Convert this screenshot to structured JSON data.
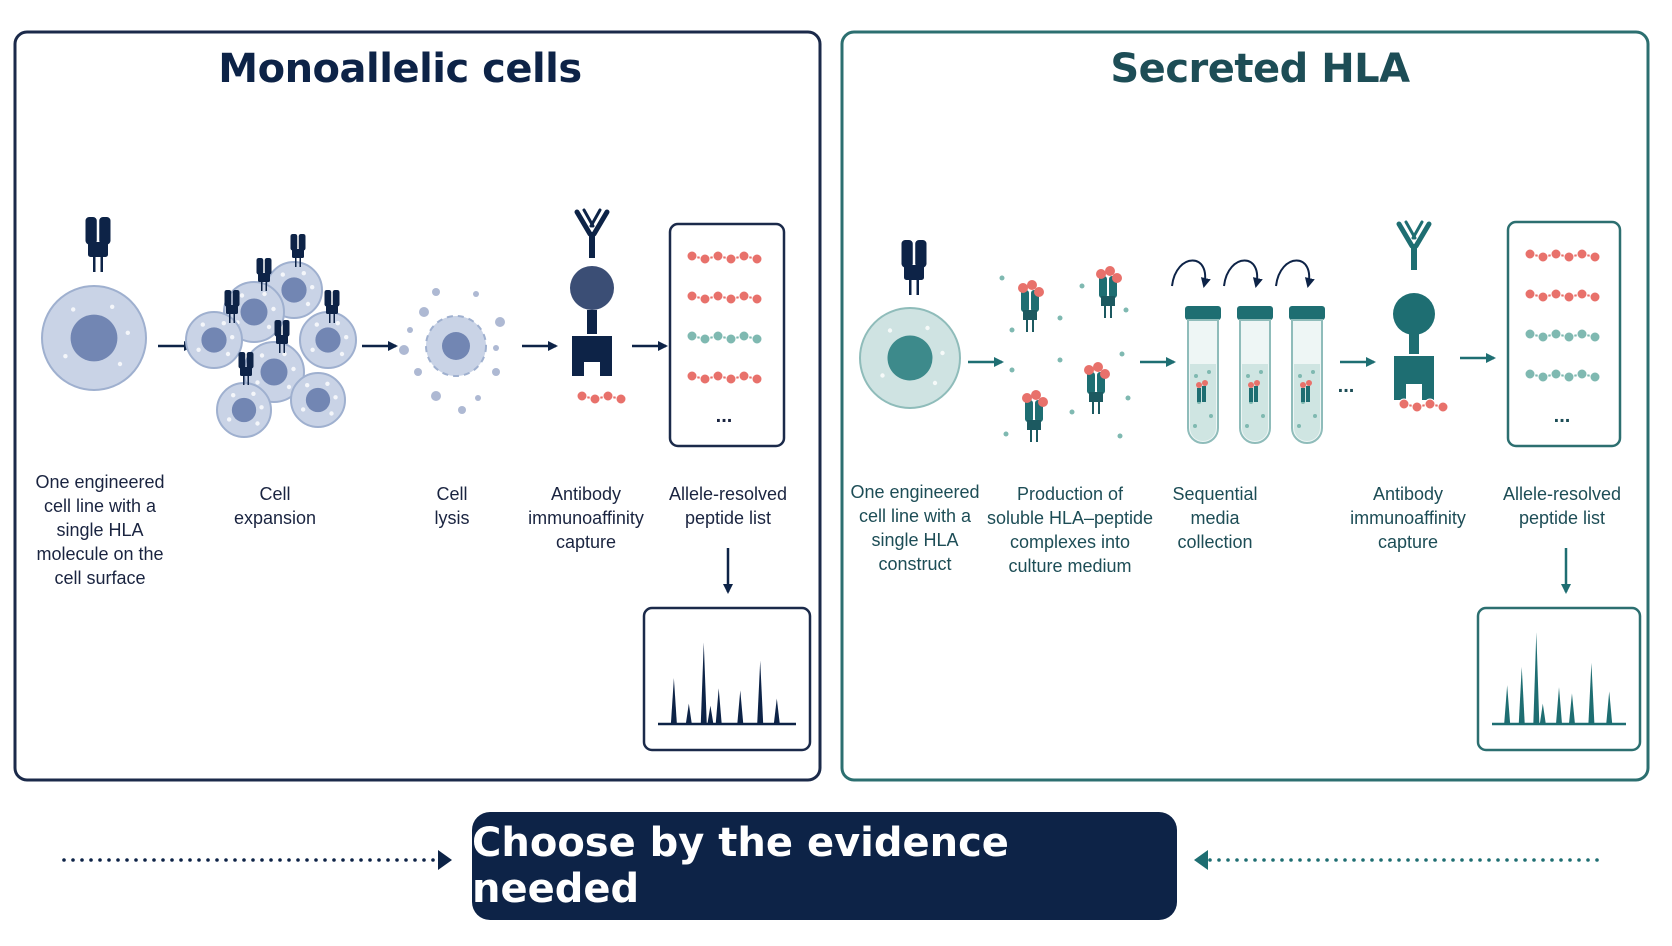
{
  "panels": {
    "left": {
      "title": "Monoallelic cells",
      "steps": [
        "One engineered\ncell line with a\nsingle HLA\nmolecule on the\ncell surface",
        "Cell\nexpansion",
        "Cell\nlysis",
        "Antibody\nimmunoaffinity\ncapture",
        "Allele-resolved\npeptide list"
      ],
      "ellipsis": "..."
    },
    "right": {
      "title": "Secreted HLA",
      "steps": [
        "One engineered\ncell line with a\nsingle HLA\nconstruct",
        "Production of\nsoluble HLA–peptide\ncomplexes into\nculture medium",
        "Sequential\nmedia\ncollection",
        "Antibody\nimmunoaffinity\ncapture",
        "Allele-resolved\npeptide list"
      ],
      "ellipsis": "...",
      "between_ellipsis": "..."
    }
  },
  "footer": {
    "label": "Choose by the evidence needed"
  },
  "colors": {
    "navy": "#0d2347",
    "navy_border": "#1b2a4a",
    "teal": "#1e6e72",
    "teal_border": "#2c6f70",
    "cell_fill": "#c9d3e6",
    "cell_nucleus": "#7286b3",
    "teal_cell_fill": "#cfe3e2",
    "teal_nucleus": "#3d8a8b",
    "peptide_red": "#e8716b",
    "peptide_teal": "#7fb9b1"
  },
  "icons": [
    "hla-molecule-icon",
    "cell-icon",
    "arrow-right-icon",
    "lysed-cell-icon",
    "antibody-icon",
    "peptide-list-icon",
    "spectrum-icon",
    "test-tube-icon",
    "curved-arrow-icon"
  ]
}
